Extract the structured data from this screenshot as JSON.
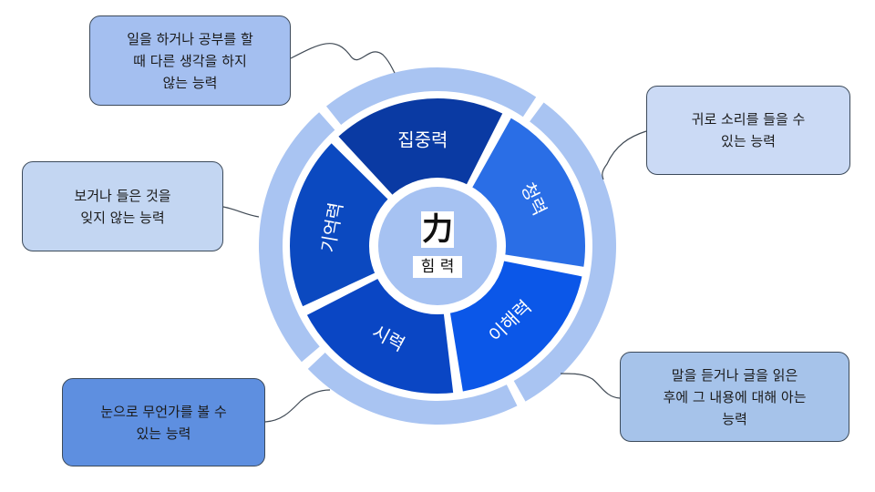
{
  "center": {
    "glyph": "力",
    "label": "힘 력"
  },
  "segments": [
    {
      "label": "집중력",
      "color": "#0a3aa3"
    },
    {
      "label": "청력",
      "color": "#2a6ee6"
    },
    {
      "label": "이해력",
      "color": "#0b57e8"
    },
    {
      "label": "시력",
      "color": "#0a46c4"
    },
    {
      "label": "기억력",
      "color": "#0b49c0"
    }
  ],
  "colors": {
    "outer_ring": "#a9c4f2",
    "center_fill": "#a6c2f2",
    "connector": "#404a55"
  },
  "callouts": {
    "concentration": "일을 하거나 공부를 할\n때 다른 생각을 하지\n않는 능력",
    "hearing": "귀로 소리를 들을 수\n있는 능력",
    "memory": "보거나 들은 것을\n잊지 않는  능력",
    "vision": "눈으로 무언가를 볼 수\n있는 능력",
    "understanding": "말을 듣거나 글을 읽은\n후에 그 내용에 대해 아는\n능력"
  }
}
